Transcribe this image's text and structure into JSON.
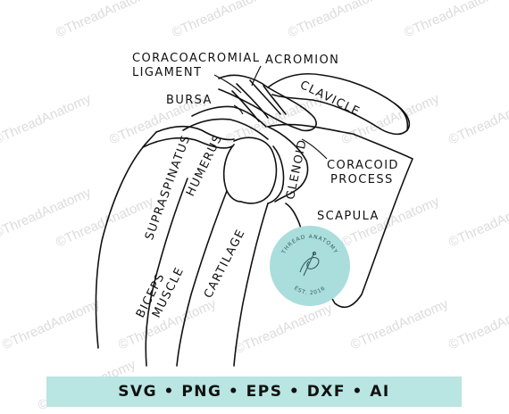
{
  "watermark": "©ThreadAnatomy",
  "labels": {
    "coracoacromial_ligament_line1": "CORACOACROMIAL",
    "coracoacromial_ligament_line2": "LIGAMENT",
    "acromion": "ACROMION",
    "clavicle": "CLAVICLE",
    "bursa": "BURSA",
    "supraspinatus": "SUPRASPINATUS",
    "humerus": "HUMERUS",
    "coracoid_process_line1": "CORACOID",
    "coracoid_process_line2": "PROCESS",
    "glenoid": "GLENOID",
    "scapula": "SCAPULA",
    "cartilage": "CARTILAGE",
    "biceps_muscle_line1": "BICEPS",
    "biceps_muscle_line2": "MUSCLE"
  },
  "badge": {
    "top_text": "THREAD ANATOMY",
    "bottom_text": "EST. 2016",
    "color": "#a9dedd"
  },
  "formats": "SVG • PNG • EPS • DXF • AI",
  "colors": {
    "bar": "#b9e5e2",
    "line": "#111111",
    "watermark": "#dcdcdc"
  }
}
